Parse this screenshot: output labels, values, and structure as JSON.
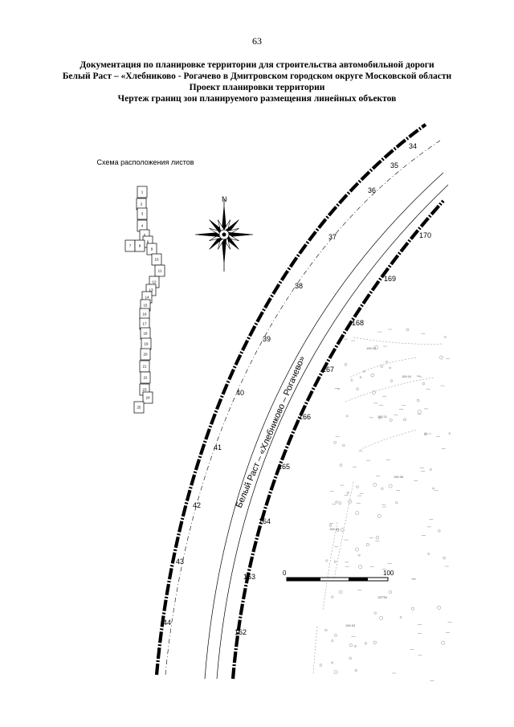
{
  "page": {
    "number": "63"
  },
  "title": {
    "lines": [
      "Документация по планировке территории для строительства автомобильной дороги",
      "Белый Раст – «Хлебниково - Рогачево в Дмитровском городском округе Московской области",
      "Проект планировки территории",
      "Чертеж границ зон планируемого размещения линейных объектов"
    ]
  },
  "scheme": {
    "title": "Схема расположения листов",
    "sheets": [
      "1",
      "2",
      "3",
      "4",
      "5",
      "6",
      "7",
      "8",
      "9",
      "10",
      "11",
      "12",
      "13",
      "14",
      "15",
      "16",
      "17",
      "18",
      "19",
      "20",
      "21",
      "22",
      "23",
      "24",
      "25"
    ]
  },
  "compass": {
    "north_label": "N"
  },
  "road": {
    "name": "Белый Раст – «Хлебниково – Рогачево»"
  },
  "pickets": {
    "left": [
      "34",
      "35",
      "36",
      "37",
      "38",
      "39",
      "40",
      "41",
      "42",
      "43",
      "44"
    ],
    "right": [
      "170",
      "169",
      "168",
      "167",
      "166",
      "165",
      "164",
      "163",
      "162"
    ]
  },
  "scale_bar": {
    "start": "0",
    "end": "100"
  },
  "topo_labels": [
    "185.03",
    "185.04",
    "185.11",
    "185.58",
    "186.21",
    "186.83",
    "187.40"
  ],
  "colors": {
    "ink": "#000000",
    "topo": "#888888"
  }
}
